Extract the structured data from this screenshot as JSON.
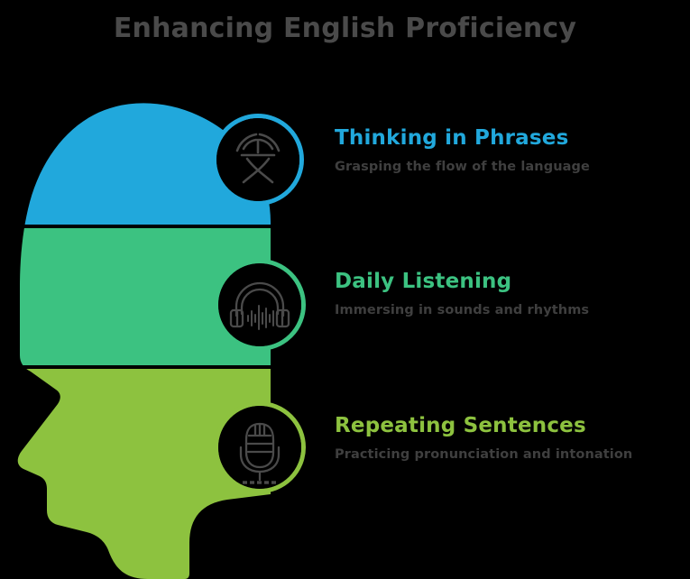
{
  "page": {
    "title": "Enhancing English Proficiency",
    "background_color": "#000000",
    "title_color": "#4a4a4a",
    "subtitle_color": "#3f3f3f"
  },
  "graphic": {
    "name": "head-profile-silhouette",
    "orientation": "facing-left",
    "bands": [
      {
        "label": "upper-brain-band",
        "color": "#21a8dc"
      },
      {
        "label": "middle-brain-band",
        "color": "#3cc281"
      },
      {
        "label": "lower-face-band",
        "color": "#8dc23f"
      }
    ]
  },
  "items": [
    {
      "heading": "Thinking in Phrases",
      "subtext": "Grasping the flow of the language",
      "color": "#21a8dc",
      "icon": "language-character-signal-icon"
    },
    {
      "heading": "Daily Listening",
      "subtext": "Immersing in sounds and rhythms",
      "color": "#3cc281",
      "icon": "headphones-waveform-icon"
    },
    {
      "heading": "Repeating Sentences",
      "subtext": "Practicing pronunciation and intonation",
      "color": "#8dc23f",
      "icon": "microphone-icon"
    }
  ]
}
